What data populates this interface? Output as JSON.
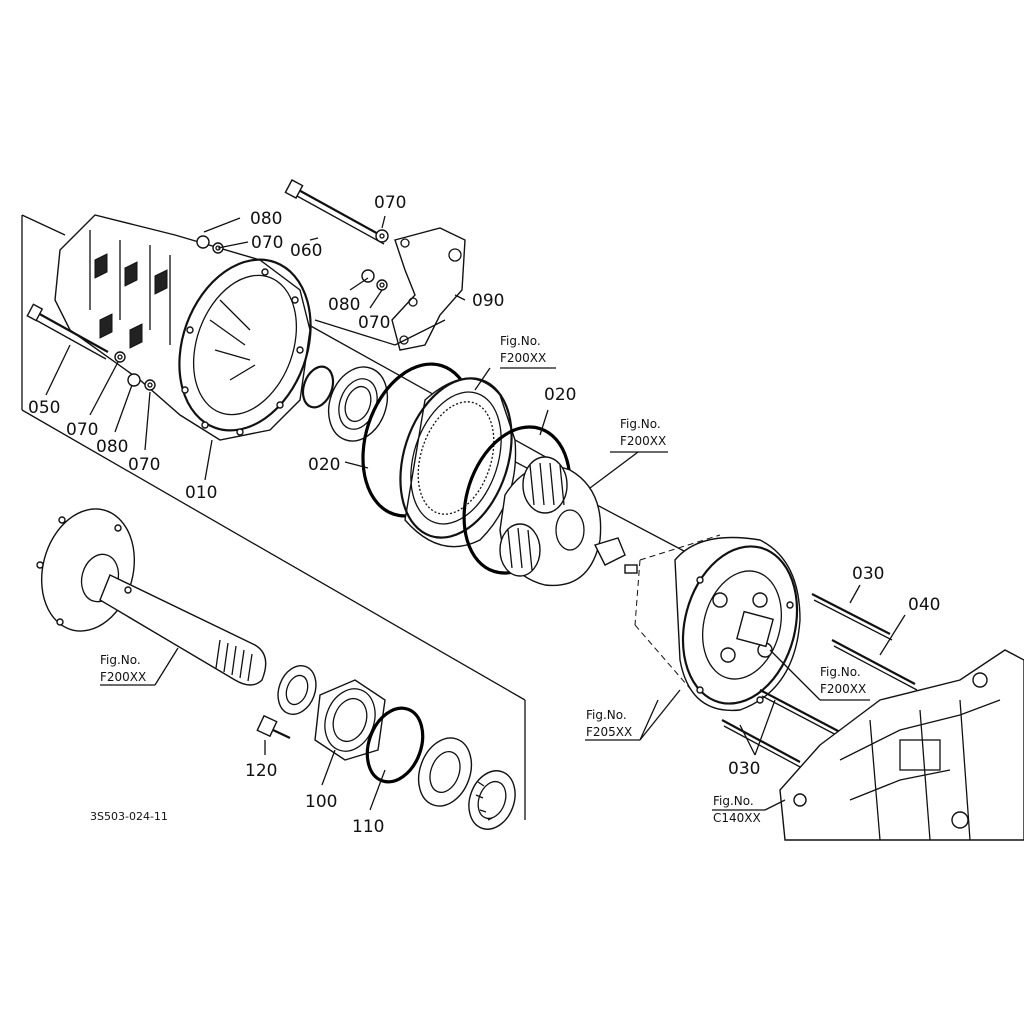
{
  "labels": {
    "p010": "010",
    "p020a": "020",
    "p020b": "020",
    "p030a": "030",
    "p030b": "030",
    "p040": "040",
    "p050": "050",
    "p060": "060",
    "p070a": "070",
    "p070b": "070",
    "p070c": "070",
    "p070d": "070",
    "p070e": "070",
    "p080a": "080",
    "p080b": "080",
    "p080c": "080",
    "p090": "090",
    "p100": "100",
    "p110": "110",
    "p120": "120"
  },
  "figrefs": {
    "r1_a": "Fig.No.",
    "r1_b": "F200XX",
    "r2_a": "Fig.No.",
    "r2_b": "F200XX",
    "r3_a": "Fig.No.",
    "r3_b": "F200XX",
    "r4_a": "Fig.No.",
    "r4_b": "F200XX",
    "r5_a": "Fig.No.",
    "r5_b": "F205XX",
    "r6_a": "Fig.No.",
    "r6_b": "C140XX"
  },
  "diagram_code": "3S503-024-11"
}
